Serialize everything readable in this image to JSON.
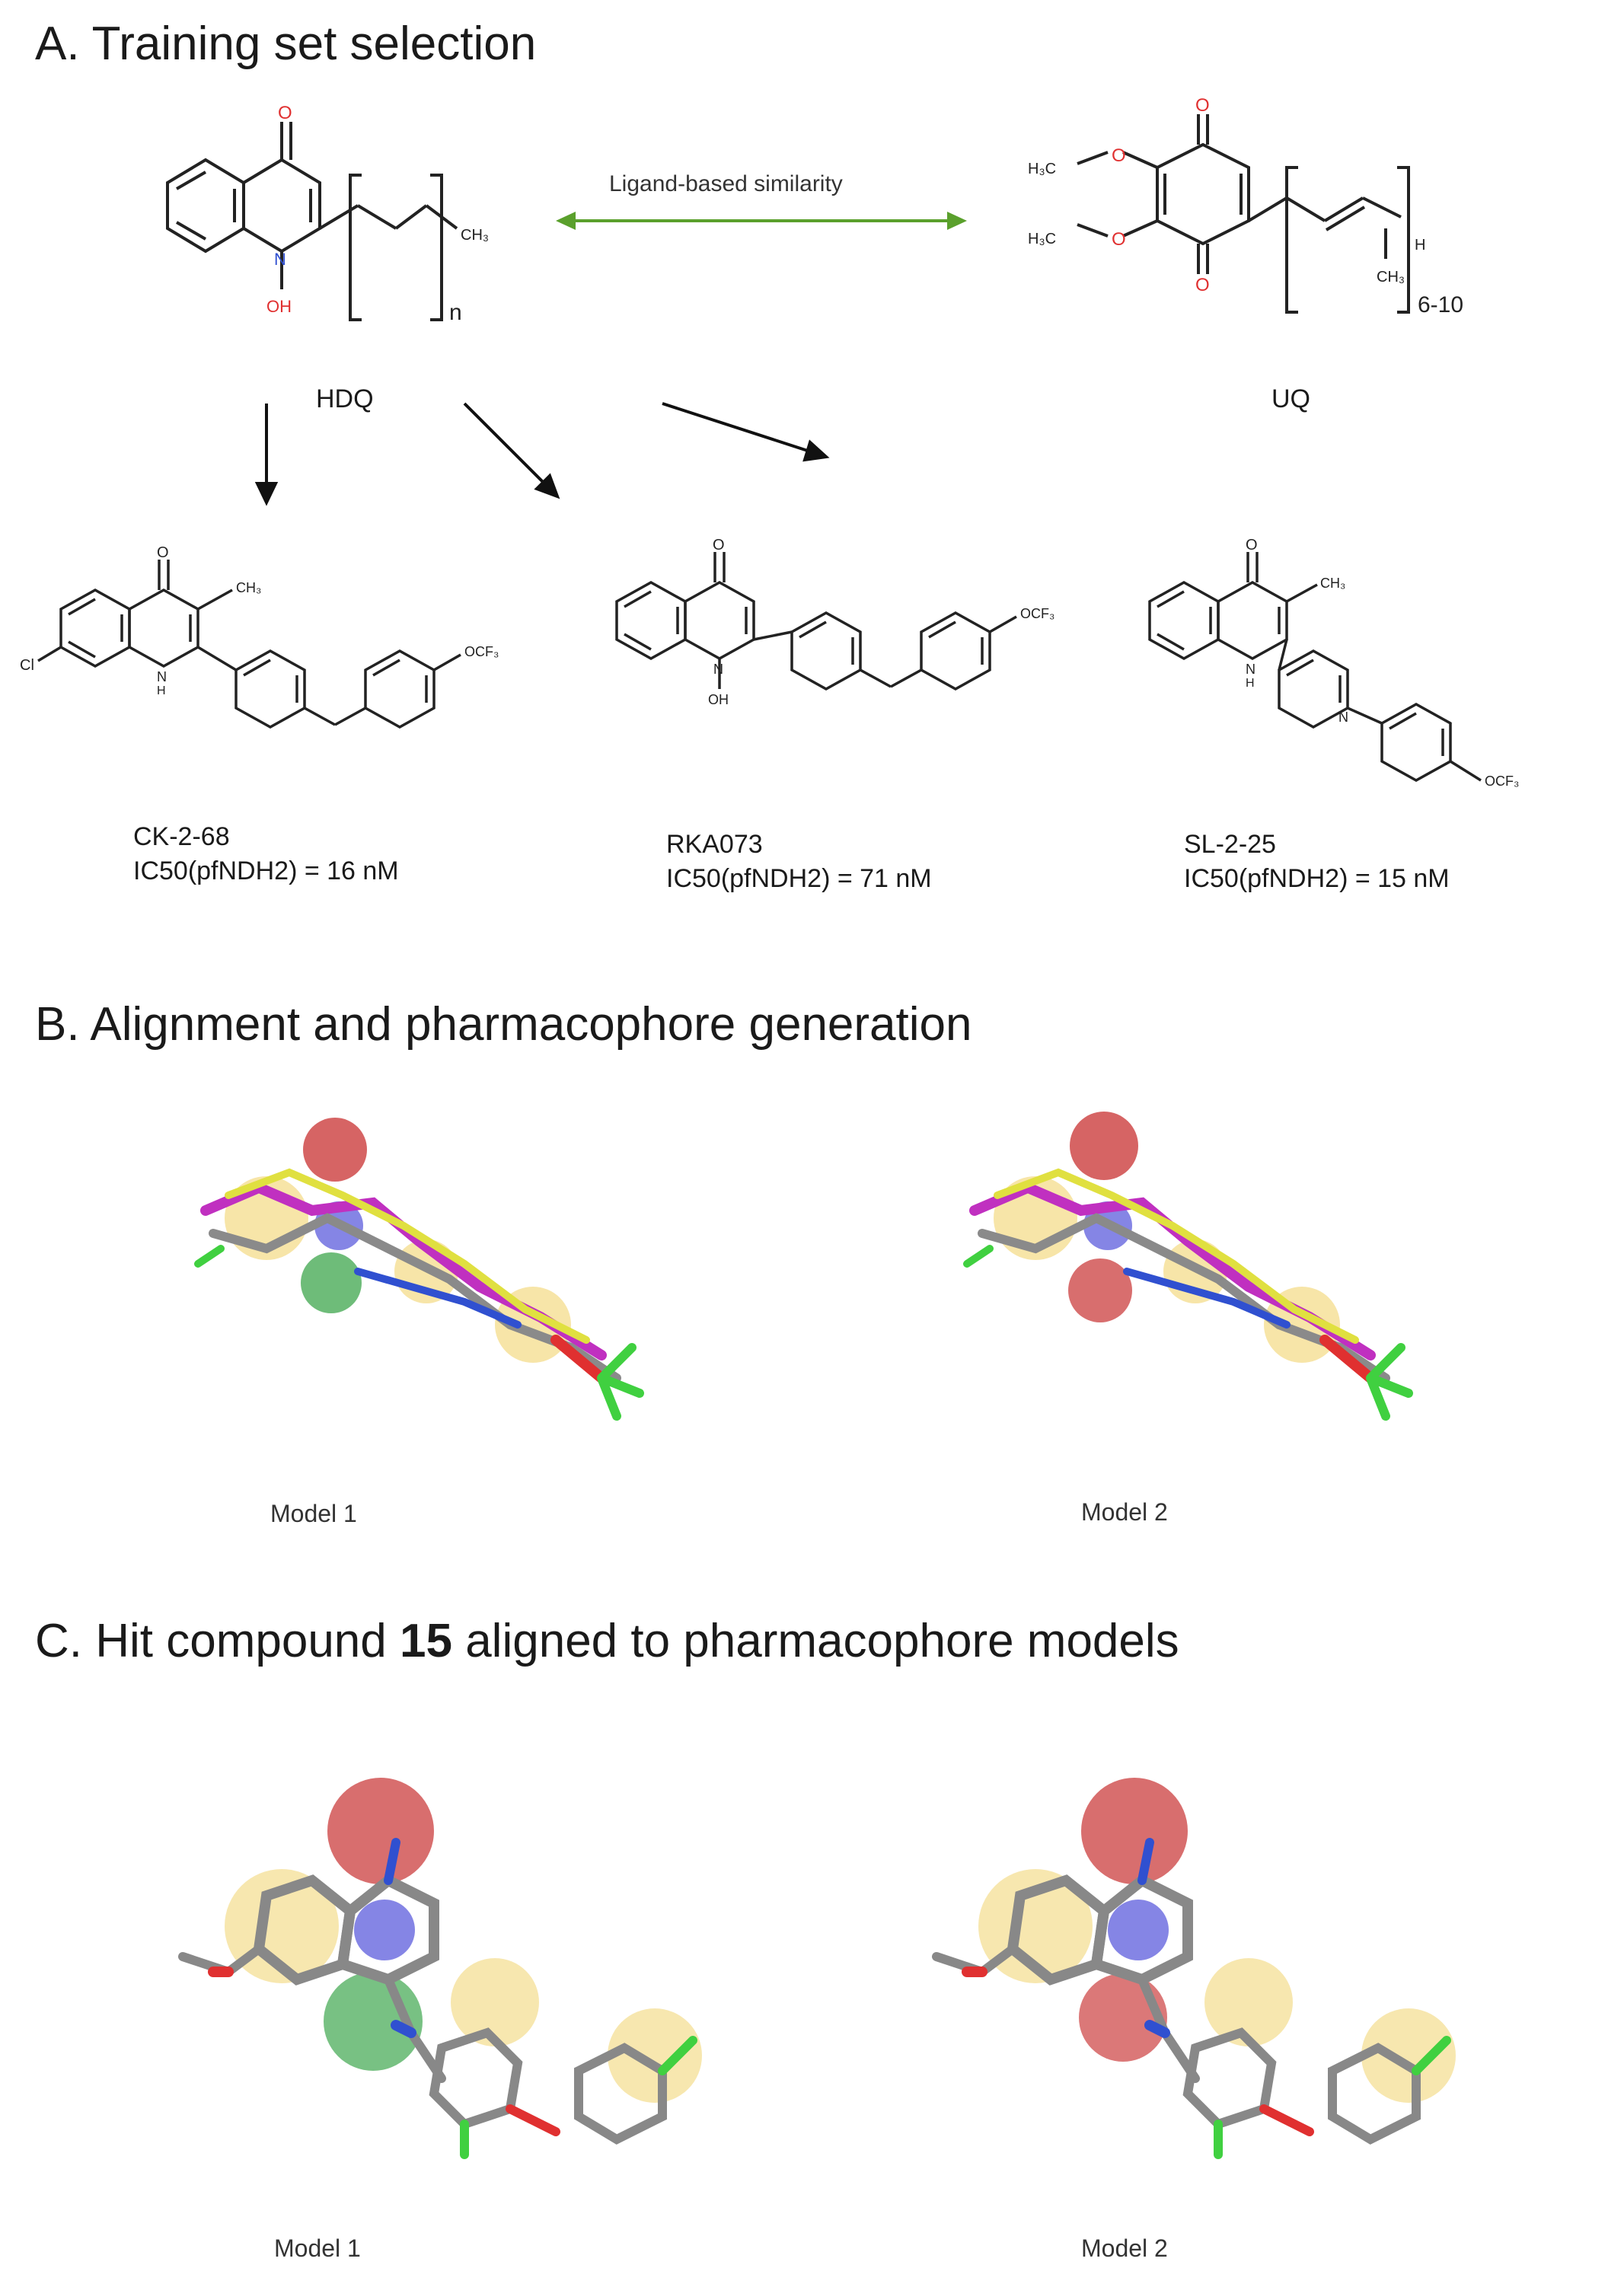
{
  "section_a": {
    "title": "A. Training set selection",
    "similarity_label": "Ligand-based similarity",
    "hdq": {
      "name": "HDQ",
      "repeat": "n"
    },
    "uq": {
      "name": "UQ",
      "repeat": "6-10"
    },
    "compounds": [
      {
        "name": "CK-2-68",
        "activity": "IC50(pfNDH2) = 16 nM"
      },
      {
        "name": "RKA073",
        "activity": "IC50(pfNDH2) = 71 nM"
      },
      {
        "name": "SL-2-25",
        "activity": "IC50(pfNDH2) = 15 nM"
      }
    ]
  },
  "section_b": {
    "title": "B. Alignment and pharmacophore generation",
    "models": [
      "Model 1",
      "Model 2"
    ]
  },
  "section_c": {
    "title_prefix": "C. Hit compound ",
    "title_bold": "15",
    "title_suffix": " aligned to pharmacophore models",
    "models": [
      "Model 1",
      "Model 2"
    ]
  },
  "colors": {
    "oxygen": "#e03030",
    "nitrogen": "#3050d0",
    "arrow_green": "#5aa02c",
    "hydrophobic": "#f0d060",
    "acceptor": "#c83030",
    "donor": "#30a040",
    "aromatic": "#7070e0"
  }
}
